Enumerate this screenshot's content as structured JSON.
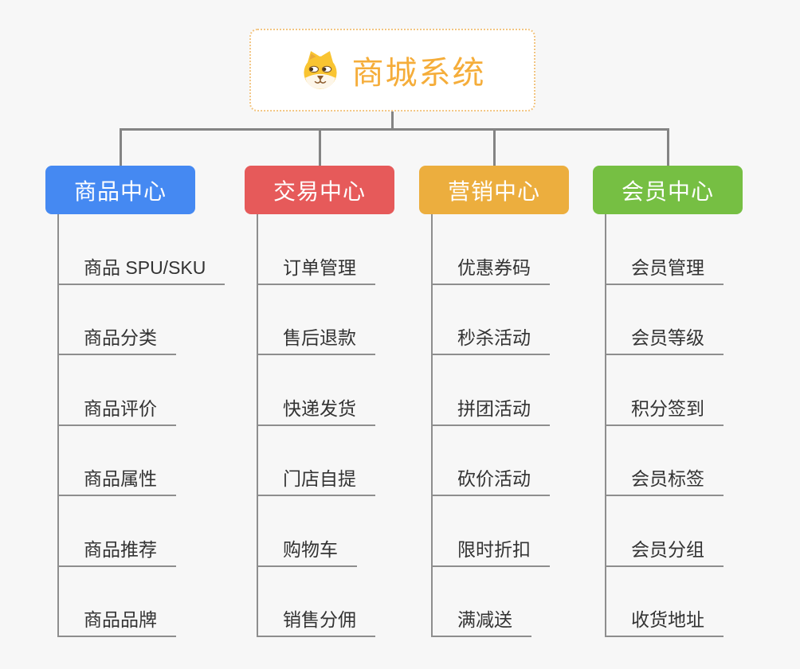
{
  "root": {
    "title": "商城系统",
    "icon": "dog-icon",
    "title_color": "#f5ad3a",
    "border_color": "#f2c582"
  },
  "branches": [
    {
      "label": "商品中心",
      "color": "#4589f2",
      "items": [
        "商品 SPU/SKU",
        "商品分类",
        "商品评价",
        "商品属性",
        "商品推荐",
        "商品品牌"
      ]
    },
    {
      "label": "交易中心",
      "color": "#e65a5a",
      "items": [
        "订单管理",
        "售后退款",
        "快递发货",
        "门店自提",
        "购物车",
        "销售分佣"
      ]
    },
    {
      "label": "营销中心",
      "color": "#ecae3e",
      "items": [
        "优惠券码",
        "秒杀活动",
        "拼团活动",
        "砍价活动",
        "限时折扣",
        "满减送"
      ]
    },
    {
      "label": "会员中心",
      "color": "#76bf43",
      "items": [
        "会员管理",
        "会员等级",
        "积分签到",
        "会员标签",
        "会员分组",
        "收货地址"
      ]
    }
  ],
  "connector_color": "#848484"
}
